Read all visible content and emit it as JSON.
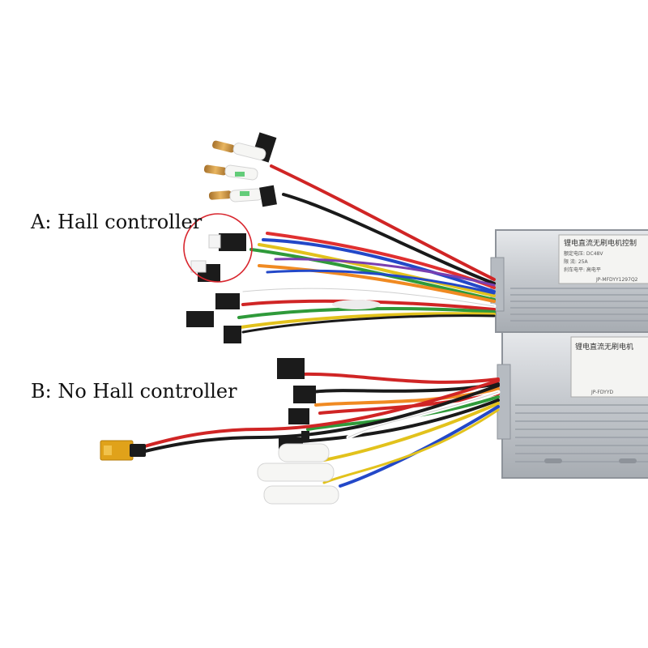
{
  "captions": {
    "a": "A: Hall controller",
    "b": "B: No Hall controller"
  },
  "labels": {
    "top": {
      "title": "锂电直流无刷电机控制",
      "rows": [
        "额定电压:  DC48V",
        "限    流:  25A",
        "刹车电平:  高电平"
      ],
      "serial": "JP-MFDYY1297Q2"
    },
    "bottom": {
      "title": "锂电直流无刷电机",
      "serial": "JP-FDYYD"
    }
  },
  "colors": {
    "highlight_circle": "#d8262e",
    "housing": "#c9cdd2",
    "connector": "#1b1b1b",
    "xt_plug": "#e0a21a"
  }
}
